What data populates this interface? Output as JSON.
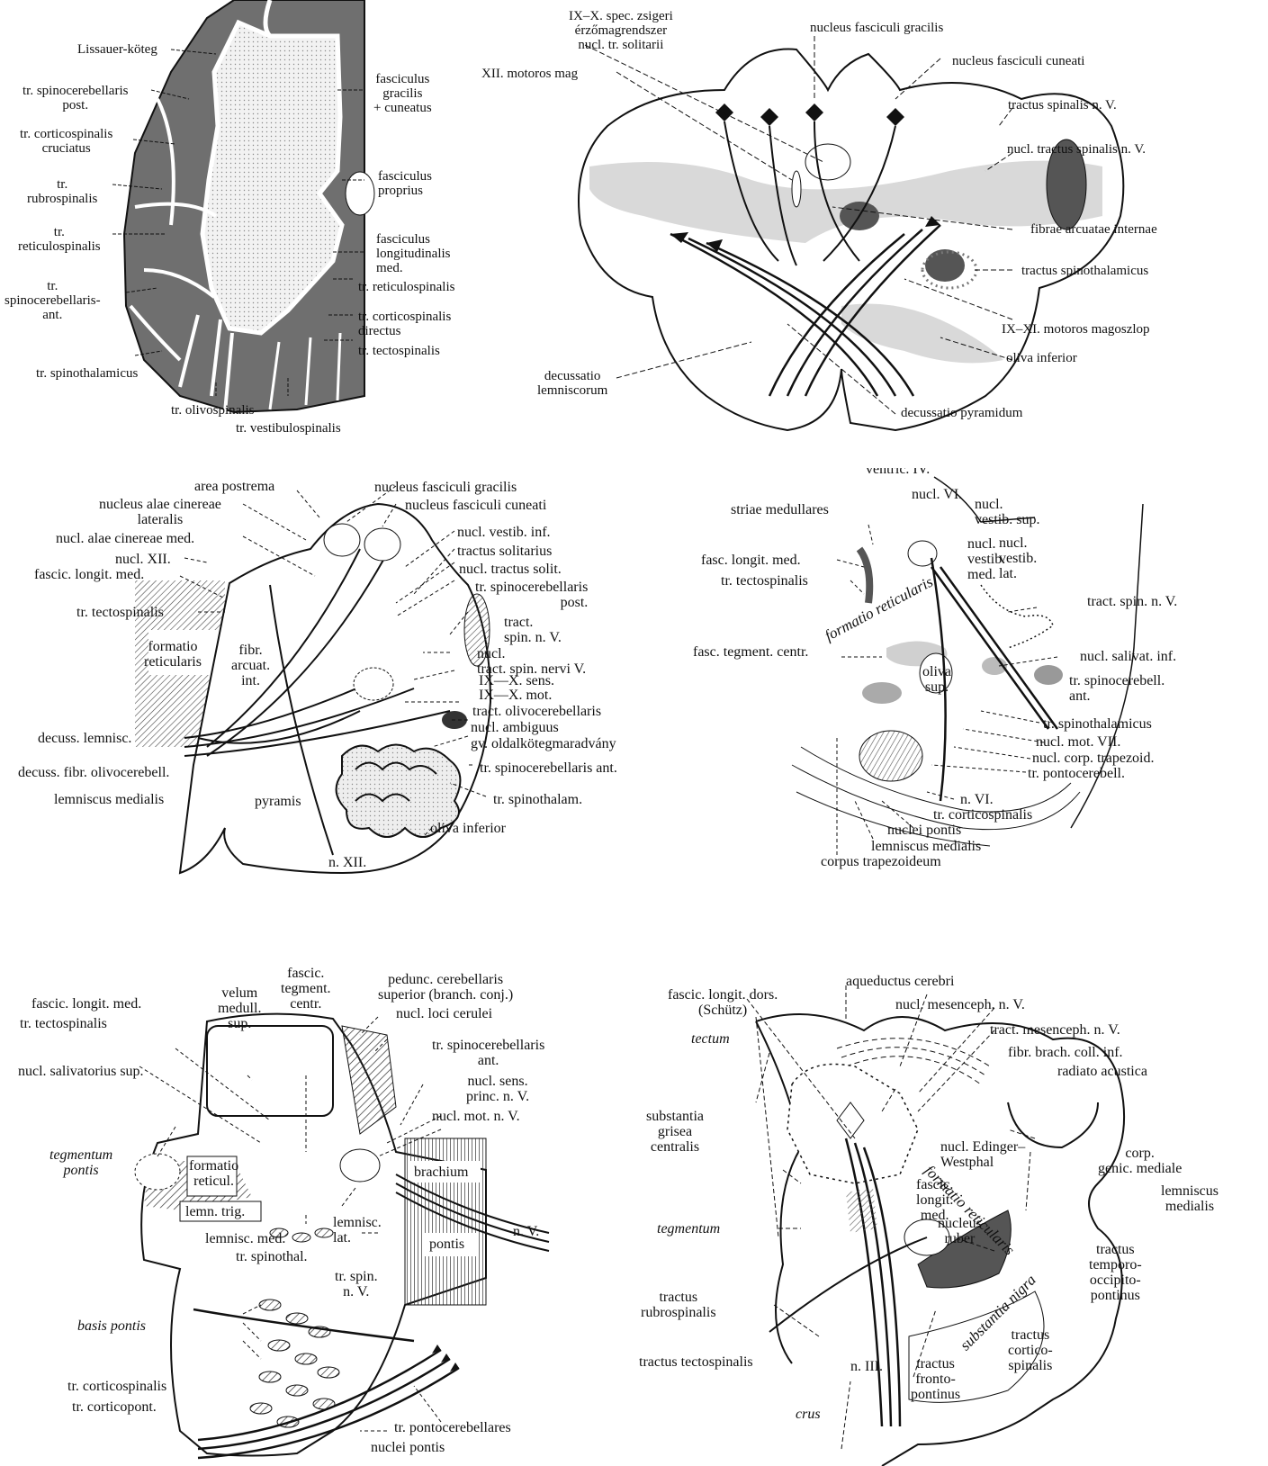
{
  "panel1": {
    "labels": {
      "lissauer": "Lissauer-köteg",
      "spinocereb_post": "tr. spinocerebellaris\npost.",
      "corticospinal_cruc": "tr. corticospinalis\ncruciatus",
      "rubrospinalis": "tr.\nrubrospinalis",
      "reticulospinalis_l": "tr.\nreticulospinalis",
      "spinocereb_ant": "tr.\nspinocerebellaris-\nant.",
      "spinothalamicus": "tr. spinothalamicus",
      "olivospinalis": "tr. olivospinalis",
      "vestibulospinalis": "tr. vestibulospinalis",
      "fasc_gracilis": "fasciculus\ngracilis\n+ cuneatus",
      "fasc_proprius": "fasciculus\nproprius",
      "fasc_long_med": "fasciculus\nlongitudinalis\nmed.",
      "reticulospinalis_r": "tr. reticulospinalis",
      "corticospinal_dir": "tr. corticospinalis\ndirectus",
      "tectospinalis": "tr. tectospinalis"
    }
  },
  "panel2": {
    "labels": {
      "ix_x_spec": "IX–X. spec. zsigeri\nérzőmagrendszer\nnucl. tr. solitarii",
      "xii_motor": "XII. motoros mag",
      "n_gracilis": "nucleus fasciculi gracilis",
      "n_cuneati": "nucleus fasciculi cuneati",
      "tr_spinalis_v": "tractus spinalis n. V.",
      "nucl_tr_spinalis_v": "nucl. tractus spinalis n. V.",
      "fibrae_arcuatae": "fibrae arcuatae internae",
      "spinothalamicus": "tractus spinothalamicus",
      "ix_xi_motor": "IX–XI. motoros magoszlop",
      "oliva_inf": "oliva inferior",
      "decuss_lemn": "decussatio\nlemniscorum",
      "decuss_pyr": "decussatio pyramidum"
    }
  },
  "panel3": {
    "labels": {
      "area_postrema": "area postrema",
      "n_alae_cin_lat": "nucleus alae cinereae\nlateralis",
      "n_alae_cin_med": "nucl. alae cinereae med.",
      "nucl_xii": "nucl. XII.",
      "fasc_long_med": "fascic. longit. med.",
      "tr_tectospinalis": "tr. tectospinalis",
      "formatio_ret": "formatio\nreticularis",
      "fibr_arcuat": "fibr.\narcuat.\nint.",
      "decuss_lemnisc": "decuss. lemnisc.",
      "decuss_fibr_olivo": "decuss. fibr. olivocerebell.",
      "lemniscus_med": "lemniscus medialis",
      "pyramis": "pyramis",
      "n_xii": "n. XII.",
      "n_gracilis": "nucleus fasciculi gracilis",
      "n_cuneati": "nucleus fasciculi cuneati",
      "vestib_inf": "nucl. vestib. inf.",
      "tr_solitarius": "tractus solitarius",
      "nucl_tr_solit": "nucl. tractus solit.",
      "spinocereb_post": "tr. spinocerebellaris\npost.",
      "tract_spin_v": "tract.\nspin. n. V.",
      "nucl_tract_spin": "nucl.\ntract. spin. nervi V.",
      "ix_x_sens": "IX—X. sens.",
      "ix_x_mot": "IX—X. mot.",
      "tract_olivocereb": "tract. olivocerebellaris",
      "nucl_ambiguus": "nucl. ambiguus",
      "gv_oldal": "gv. oldalkötegmaradvány",
      "spinocereb_ant": "tr. spinocerebellaris ant.",
      "spinothalam": "tr. spinothalam.",
      "oliva_inf": "oliva inferior"
    }
  },
  "panel4": {
    "labels": {
      "ventric_iv": "ventric. IV.",
      "nucl_vi": "nucl. VI.",
      "vestib_sup": "nucl.\nvestib. sup.",
      "striae_med": "striae medullares",
      "vestib_med": "nucl.\nvestib.\nmed.",
      "vestib_lat": "nucl.\nvestib.\nlat.",
      "fasc_long_med": "fasc. longit. med.",
      "tr_tectospinalis": "tr. tectospinalis",
      "formatio": "formatio reticularis",
      "tract_spin_v": "tract. spin. n. V.",
      "fasc_tegment": "fasc. tegment. centr.",
      "nucl_salivat_inf": "nucl. salivat. inf.",
      "oliva_sup": "oliva\nsup.",
      "spinocerebell_ant": "tr. spinocerebell.\nant.",
      "spinothalamicus": "tr. spinothalamicus",
      "nucl_mot_vii": "nucl. mot. VII.",
      "corp_trapezoid": "nucl. corp. trapezoid.",
      "pontocerebell": "tr. pontocerebell.",
      "n_vi": "n. VI.",
      "corticospinalis": "tr. corticospinalis",
      "nuclei_pontis": "nuclei pontis",
      "lemniscus_med": "lemniscus medialis",
      "corpus_trapez": "corpus trapezoideum"
    }
  },
  "panel5": {
    "labels": {
      "velum": "velum\nmedull.\nsup.",
      "fascic_tegment": "fascic.\ntegment.\ncentr.",
      "pedunc": "pedunc. cerebellaris\nsuperior (branch. conj.)",
      "loci_cerulei": "nucl. loci cerulei",
      "fasc_long_med": "fascic. longit. med.",
      "tr_tectospinalis": "tr. tectospinalis",
      "spinocereb_ant": "tr. spinocerebellaris\nant.",
      "nucl_sens": "nucl. sens.\nprinc. n. V.",
      "nucl_salivat_sup": "nucl. salivatorius sup.",
      "nucl_mot_v": "nucl. mot. n. V.",
      "tegmentum_pontis": "tegmentum\npontis",
      "formatio_retic": "formatio\nreticul.",
      "brachium": "brachium",
      "lemn_trig": "lemn. trig.",
      "lemnisc_med": "lemnisc. med.",
      "lemnisc_lat": "lemnisc.\nlat.",
      "n_v": "n. V.",
      "tr_spinothal": "tr. spinothal.",
      "pontis": "pontis",
      "tr_spin_nv": "tr. spin.\nn. V.",
      "basis_pontis": "basis pontis",
      "corticospinalis": "tr. corticospinalis",
      "corticopont": "tr. corticopont.",
      "pontocerebellares": "tr. pontocerebellares",
      "nuclei_pontis": "nuclei pontis"
    }
  },
  "panel6": {
    "labels": {
      "aqueductus": "aqueductus cerebri",
      "fascic_long_dors": "fascic. longit. dors.\n(Schütz)",
      "nucl_mesenceph": "nucl. mesenceph. n. V.",
      "tract_mesenceph": "tract. mesenceph. n. V.",
      "tectum": "tectum",
      "fibr_brach": "fibr. brach. coll. inf.",
      "radiato": "radiato acustica",
      "substantia_grisea": "substantia\ngrisea\ncentralis",
      "edinger": "nucl. Edinger–\nWestphal",
      "corp_genic": "corp.\ngenic. mediale",
      "formatio": "formatio reticularis",
      "fascic_long_med": "fascic.\nlongit.\nmed.",
      "lemniscus_med": "lemniscus\nmedialis",
      "tegmentum": "tegmentum",
      "nucleus_ruber": "nucleus\nruber",
      "tractus_temporo": "tractus\ntemporo-\noccipito-\npontinus",
      "substantia_nigra": "substantia nigra",
      "tractus_rubro": "tractus\nrubrospinalis",
      "tractus_cortico": "tractus\ncortico-\nspinalis",
      "tractus_tecto": "tractus tectospinalis",
      "n_iii": "n. III.",
      "tractus_fronto": "tractus\nfronto-\npontinus",
      "crus": "crus"
    }
  }
}
